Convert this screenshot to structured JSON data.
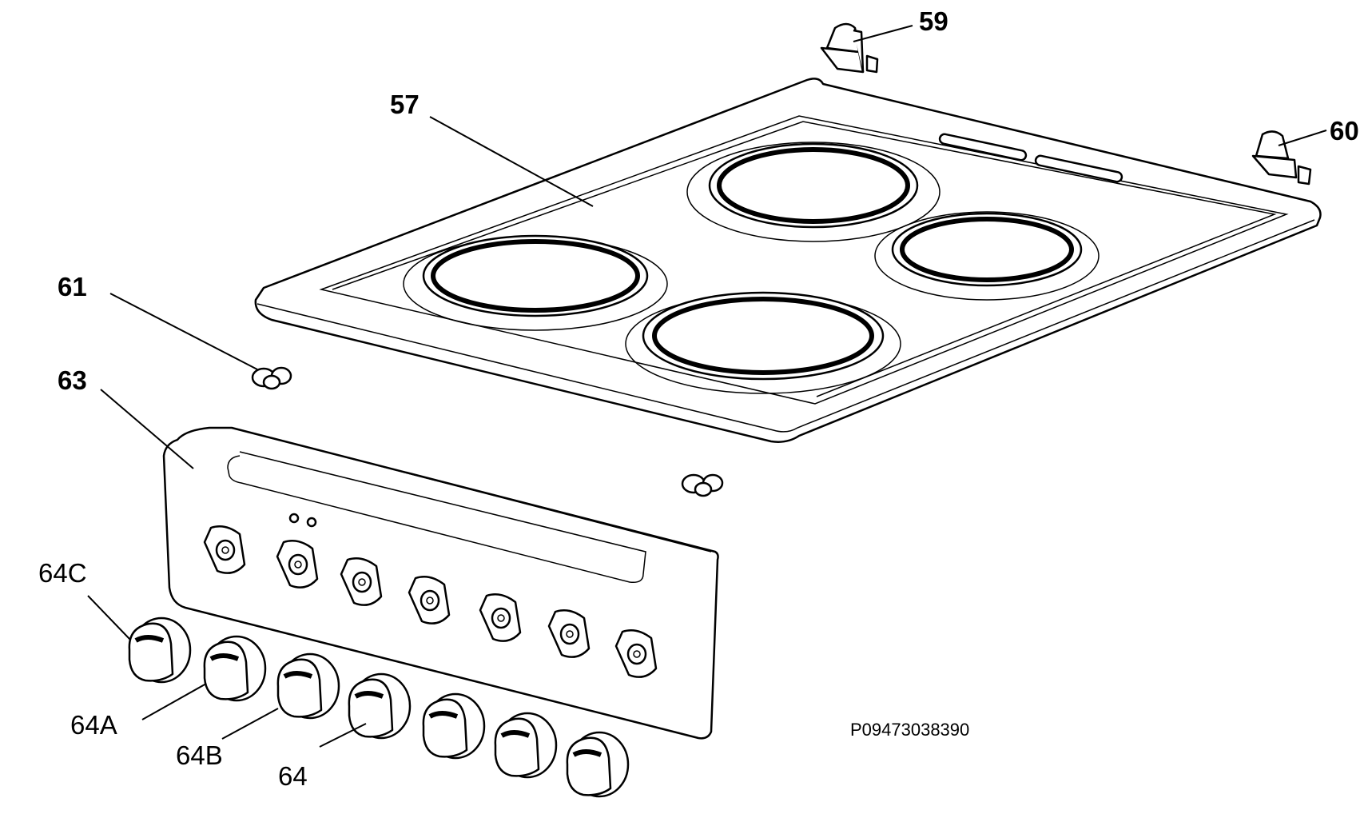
{
  "callouts": {
    "p59": "59",
    "p60": "60",
    "p57": "57",
    "p61": "61",
    "p63": "63",
    "p64c": "64C",
    "p64a": "64A",
    "p64b": "64B",
    "p64": "64"
  },
  "drawing_ref": "P09473038390"
}
